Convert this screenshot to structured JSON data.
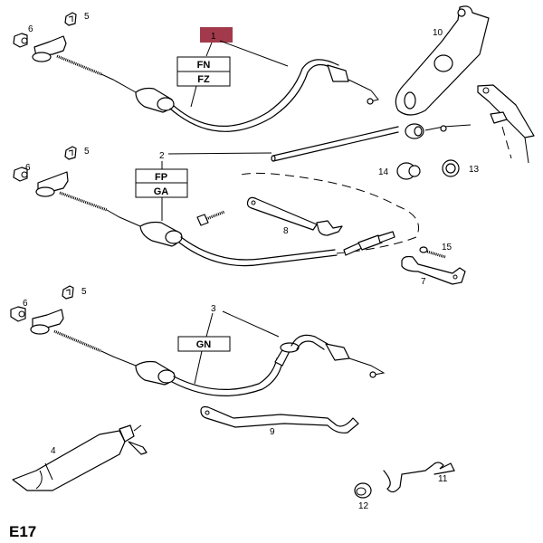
{
  "diagram": {
    "title": "E17",
    "highlight_color": "#a23a4c",
    "callouts": [
      {
        "id": "1",
        "label": "1",
        "highlighted": true,
        "codes": [
          "FN",
          "FZ"
        ]
      },
      {
        "id": "2",
        "label": "2",
        "highlighted": false,
        "codes": [
          "FP",
          "GA"
        ]
      },
      {
        "id": "3",
        "label": "3",
        "highlighted": false,
        "codes": [
          "GN"
        ]
      }
    ],
    "part_labels": {
      "p4": "4",
      "p5a": "5",
      "p5b": "5",
      "p5c": "5",
      "p6a": "6",
      "p6b": "6",
      "p6c": "6",
      "p7": "7",
      "p8": "8",
      "p9": "9",
      "p10": "10",
      "p11": "11",
      "p12": "12",
      "p13": "13",
      "p14": "14",
      "p15": "15"
    }
  }
}
